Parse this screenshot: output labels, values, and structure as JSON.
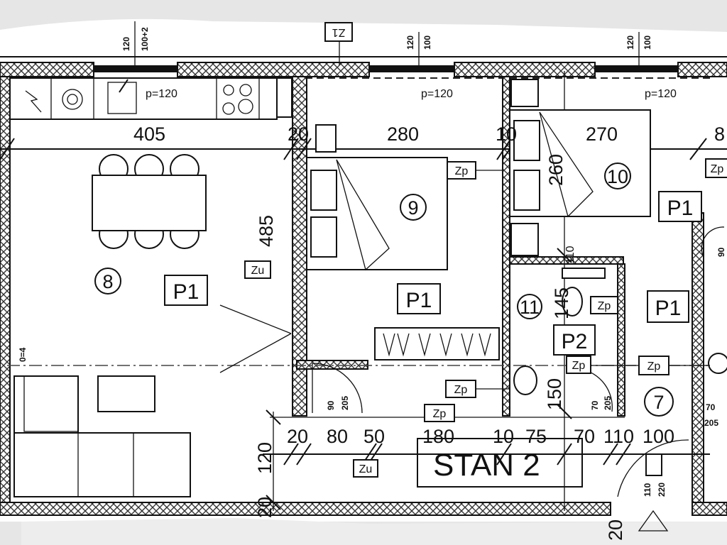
{
  "plan": {
    "title": "STAN 2",
    "window_marks": [
      {
        "a": "120",
        "b": "100+2"
      },
      {
        "a": "120",
        "b": "100"
      },
      {
        "a": "120",
        "b": "100"
      }
    ],
    "section_mark": "Z1",
    "parapet": [
      "p=120",
      "p=120",
      "p=120"
    ],
    "dimensions_top": [
      "405",
      "20",
      "280",
      "10",
      "270",
      "8"
    ],
    "dimensions_vertical": [
      "485",
      "260",
      "110",
      "145",
      "150",
      "120",
      "20",
      "20"
    ],
    "dimensions_bottom": [
      "20",
      "80",
      "50",
      "180",
      "10",
      "75",
      "70",
      "110",
      "100"
    ],
    "door_marks": [
      "90",
      "205",
      "70",
      "205",
      "110",
      "220",
      "70",
      "205",
      "90"
    ],
    "rooms": [
      {
        "number": "8",
        "floor": "P1"
      },
      {
        "number": "9",
        "floor": "P1"
      },
      {
        "number": "10",
        "floor": "P1"
      },
      {
        "number": "11",
        "floor": "P2"
      },
      {
        "number": "7",
        "floor": "P1"
      }
    ],
    "wall_tags": {
      "zu": "Zu",
      "zp": "Zp"
    },
    "level_mark": "0=4"
  }
}
